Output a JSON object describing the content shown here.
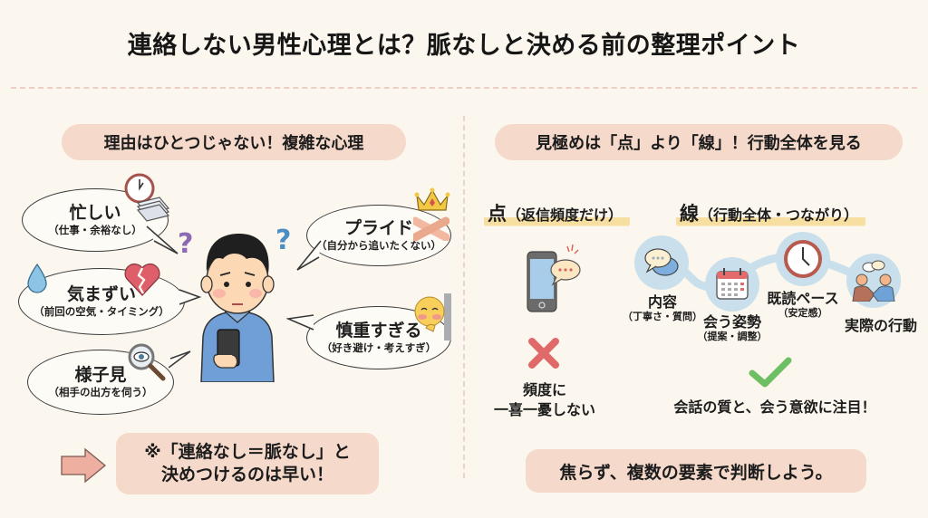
{
  "title": "連絡しない男性心理とは？脈なしと決める前の整理ポイント",
  "colors": {
    "background": "#fcf7ee",
    "pill": "#f5d9cb",
    "highlight": "#f7dea1",
    "node": "#c9e0ec",
    "cross": "#e06a6a",
    "check": "#6cbf62"
  },
  "left": {
    "header": "理由はひとつじゃない！複雑な心理",
    "reasons": [
      {
        "main": "忙しい",
        "sub": "（仕事・余裕なし）",
        "icon": "clock-and-papers-icon"
      },
      {
        "main": "気まずい",
        "sub": "（前回の空気・タイミング）",
        "icon": "water-drop-and-broken-heart-icon"
      },
      {
        "main": "様子見",
        "sub": "（相手の出方を伺う）",
        "icon": "magnifier-eye-icon"
      },
      {
        "main": "プライド",
        "sub": "（自分から追いたくない）",
        "icon": "crown-crossed-arms-icon"
      },
      {
        "main": "慎重すぎる",
        "sub": "（好き避け・考えすぎ）",
        "icon": "peeking-face-icon"
      }
    ],
    "note_line1": "※「連絡なし＝脈なし」と",
    "note_line2": "決めつけるのは早い！"
  },
  "right": {
    "header": "見極めは「点」より「線」！行動全体を見る",
    "point": {
      "big": "点",
      "label": "（返信頻度だけ）",
      "verdict_line1": "頻度に",
      "verdict_line2": "一喜一憂しない"
    },
    "line": {
      "big": "線",
      "label": "（行動全体・つながり）",
      "steps": [
        {
          "main": "内容",
          "sub": "（丁寧さ・質問）",
          "icon": "chat-bubbles-icon"
        },
        {
          "main": "会う姿勢",
          "sub": "（提案・調整）",
          "icon": "calendar-icon"
        },
        {
          "main": "既読ペース",
          "sub": "（安定感）",
          "icon": "clock-icon"
        },
        {
          "main": "実際の行動",
          "sub": "",
          "icon": "handshake-people-icon"
        }
      ],
      "verdict": "会話の質と、会う意欲に注目！"
    },
    "conclusion": "焦らず、複数の要素で判断しよう。"
  }
}
